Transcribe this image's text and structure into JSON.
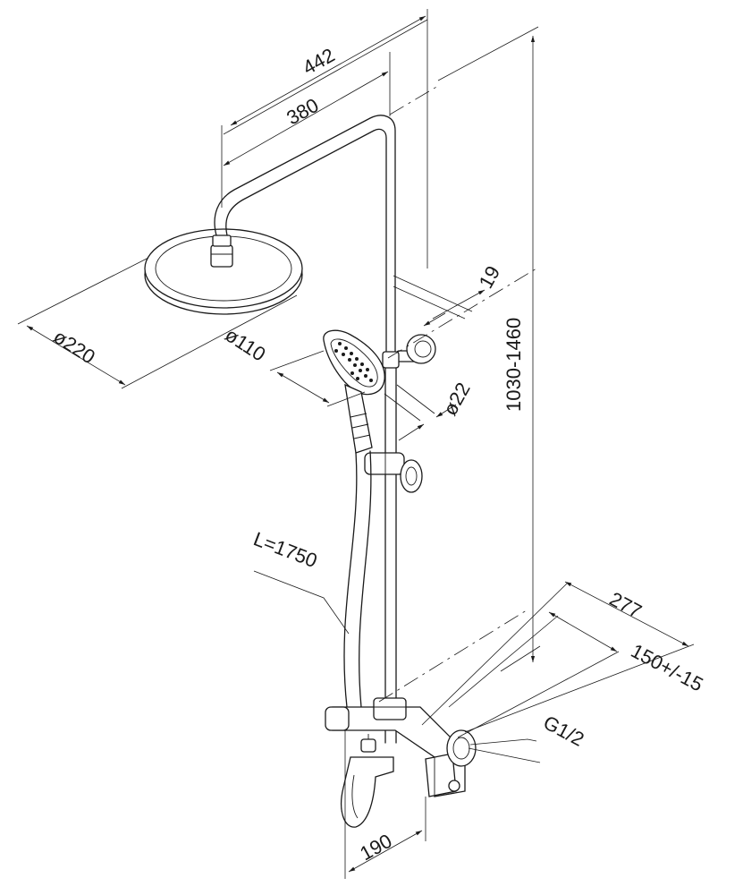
{
  "dimensions": {
    "width_total": "442",
    "arm_reach": "380",
    "head_diameter": "ø220",
    "hand_shower_diameter": "ø110",
    "rail_diameter": "ø22",
    "offset_top": "19",
    "height_range": "1030-1460",
    "hose_length": "L=1750",
    "depth": "277",
    "inlet_spacing": "150+/-15",
    "connection": "G1/2",
    "mixer_width": "190"
  }
}
